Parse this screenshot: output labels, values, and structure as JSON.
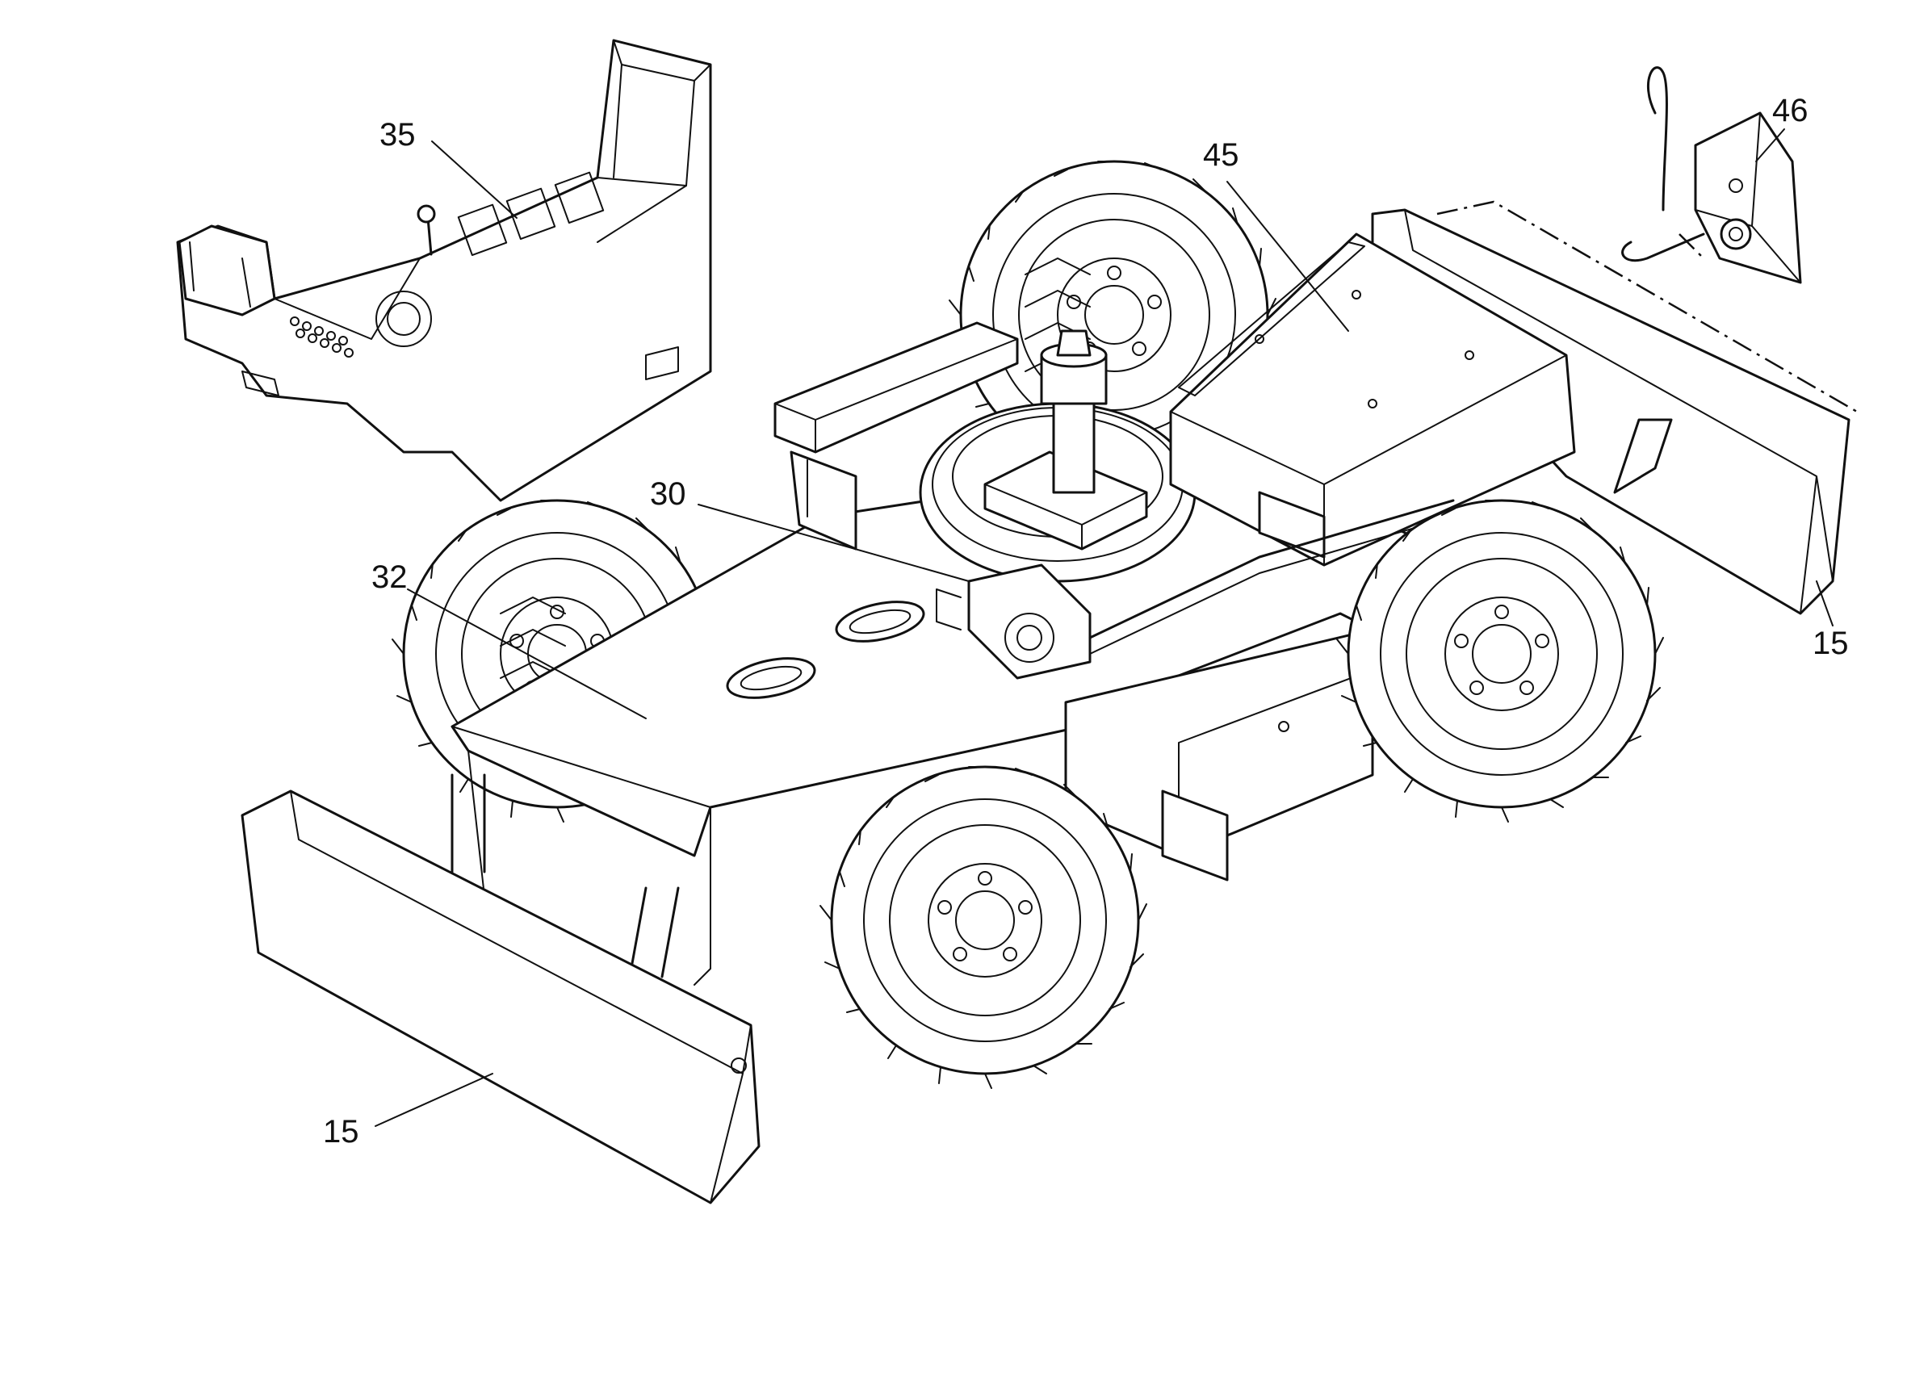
{
  "callouts": {
    "c35": "35",
    "c45": "45",
    "c46": "46",
    "c30": "30",
    "c32": "32",
    "c15_front": "15",
    "c15_rear": "15"
  }
}
